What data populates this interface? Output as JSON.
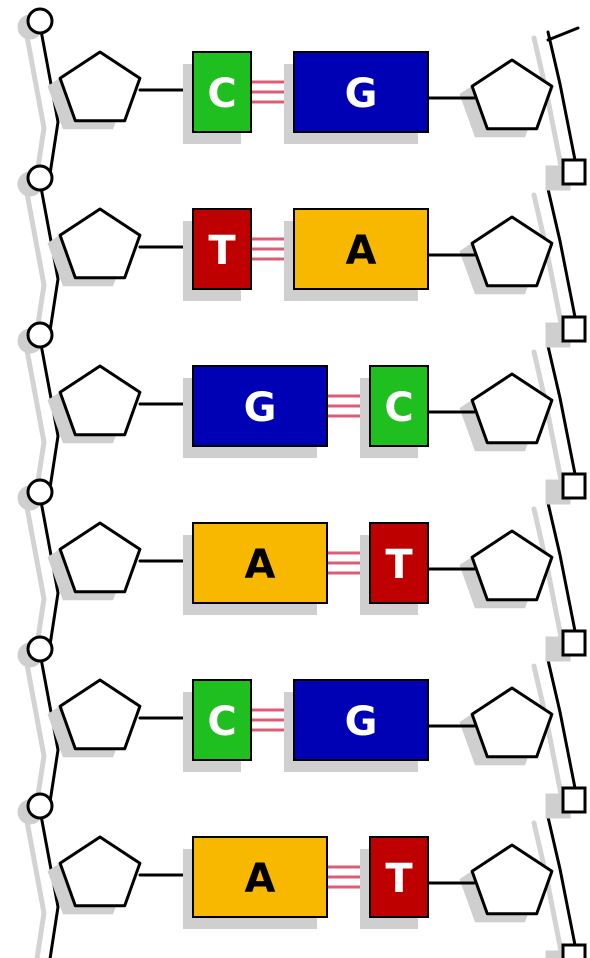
{
  "colors": {
    "A": "#f8b800",
    "T": "#bf0000",
    "G": "#0000b4",
    "C": "#1fbf1f"
  },
  "textColors": {
    "A": "#000000",
    "T": "#ffffff",
    "G": "#ffffff",
    "C": "#ffffff"
  },
  "pairs": [
    {
      "left": "C",
      "right": "G"
    },
    {
      "left": "T",
      "right": "A"
    },
    {
      "left": "G",
      "right": "C"
    },
    {
      "left": "A",
      "right": "T"
    },
    {
      "left": "C",
      "right": "G"
    },
    {
      "left": "A",
      "right": "T"
    }
  ]
}
